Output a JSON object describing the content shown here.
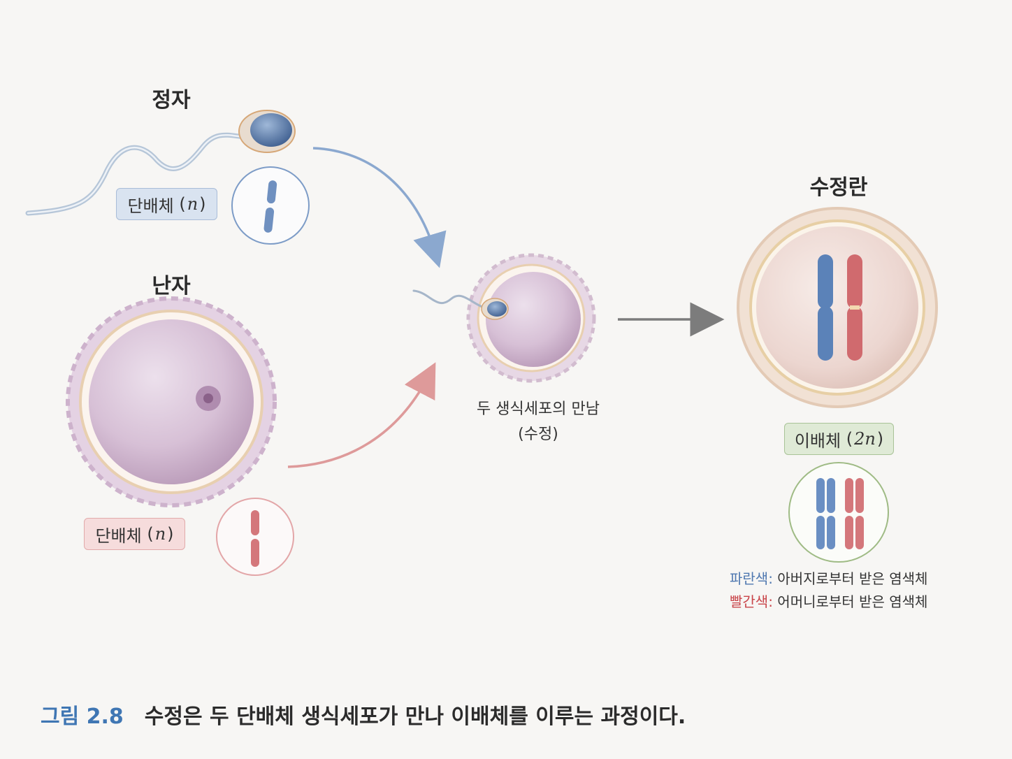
{
  "labels": {
    "sperm": "정자",
    "egg": "난자",
    "zygote": "수정란"
  },
  "tags": {
    "sperm_ploidy": {
      "text": "단배체",
      "symbol": "n"
    },
    "egg_ploidy": {
      "text": "단배체",
      "symbol": "n"
    },
    "zygote_ploidy": {
      "text": "이배체",
      "symbol": "2n"
    }
  },
  "fertilization": {
    "line1": "두 생식세포의 만남",
    "line2": "(수정)"
  },
  "legend": {
    "blue_key": "파란색:",
    "blue_text": " 아버지로부터 받은 염색체",
    "red_key": "빨간색:",
    "red_text": " 어머니로부터 받은 염색체"
  },
  "caption": {
    "number": "그림 2.8",
    "text": "수정은 두 단배체 생식세포가 만나 이배체를 이루는 과정이다."
  },
  "colors": {
    "paternal": "#5b82b8",
    "maternal": "#d06a6e",
    "accent": "#3f76b3"
  }
}
